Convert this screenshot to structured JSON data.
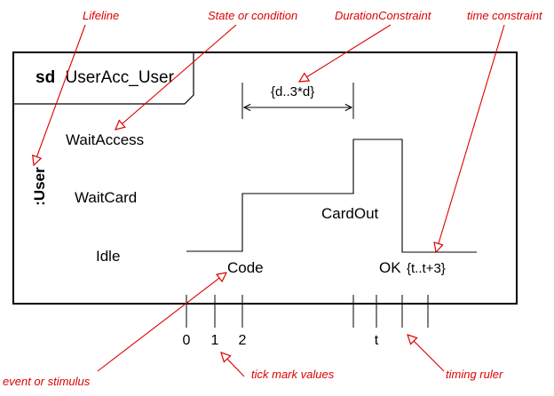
{
  "frame": {
    "keyword": "sd",
    "name": "UserAcc_User"
  },
  "lifeline": {
    "label": ":User"
  },
  "states": {
    "wait_access": "WaitAccess",
    "wait_card": "WaitCard",
    "idle": "Idle"
  },
  "events": {
    "code": "Code",
    "card_out": "CardOut",
    "ok": "OK"
  },
  "constraints": {
    "duration": "{d..3*d}",
    "time": "{t..t+3}"
  },
  "ruler": {
    "tick_labels": [
      "0",
      "1",
      "2",
      "t"
    ]
  },
  "annotations": {
    "lifeline": "Lifeline",
    "state_or_condition": "State or condition",
    "duration_constraint": "DurationConstraint",
    "time_constraint": "time constraint",
    "event_or_stimulus": "event or stimulus",
    "tick_mark_values": "tick mark values",
    "timing_ruler": "timing ruler"
  },
  "colors": {
    "annotation": "#dd0000",
    "diagram": "#000000"
  }
}
